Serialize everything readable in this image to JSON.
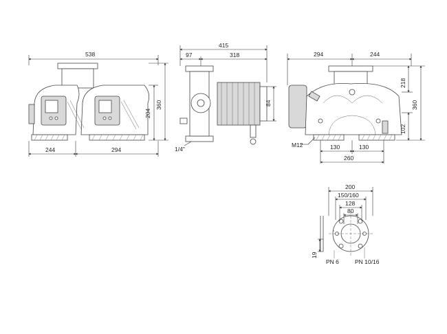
{
  "dimensions": {
    "front_total_width": "538",
    "front_left_width": "244",
    "front_right_width": "294",
    "front_height_total": "360",
    "front_height_inner": "204",
    "side_total_width": "415",
    "side_left_width": "97",
    "side_right_width": "318",
    "side_motor_height": "84",
    "side_thread": "1/4\"",
    "rear_left_width": "294",
    "rear_right_width": "244",
    "rear_height_total": "360",
    "rear_height_upper": "218",
    "rear_height_lower": "102",
    "rear_bolt": "M12",
    "rear_base_left": "130",
    "rear_base_right": "130",
    "rear_base_total": "260",
    "flange_outer": "200",
    "flange_bolt_circle": "150/160",
    "flange_mid": "128",
    "flange_inner": "80",
    "flange_thickness": "19",
    "flange_label_left": "PN 6",
    "flange_label_right": "PN 10/16"
  },
  "colors": {
    "line": "#333333",
    "part_fill": "#d9d9d9",
    "background": "#ffffff"
  }
}
